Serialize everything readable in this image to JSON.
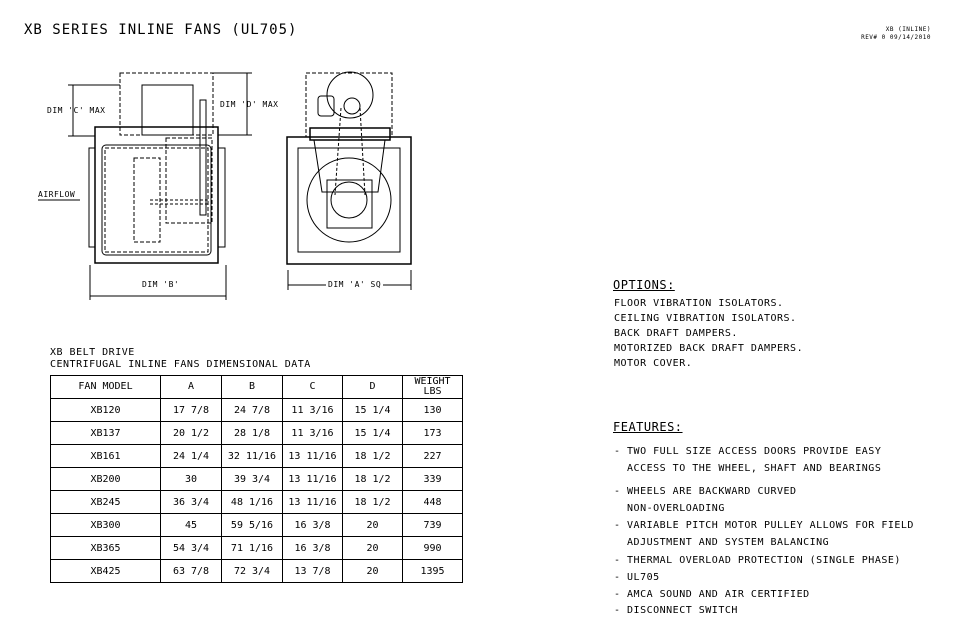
{
  "title": "XB SERIES INLINE FANS (UL705)",
  "rev": {
    "line1": "XB (INLINE)",
    "line2": "REV# 0 09/14/2010"
  },
  "drawing": {
    "dim_c": "DIM 'C' MAX",
    "dim_d": "DIM 'D' MAX",
    "airflow": "AIRFLOW",
    "dim_b": "DIM 'B'",
    "dim_a": "DIM 'A' SQ"
  },
  "table": {
    "title1": "XB BELT DRIVE",
    "title2": "CENTRIFUGAL INLINE FANS DIMENSIONAL DATA",
    "headers": [
      "FAN MODEL",
      "A",
      "B",
      "C",
      "D",
      "WEIGHT",
      "LBS"
    ],
    "rows": [
      [
        "XB120",
        "17 7/8",
        "24 7/8",
        "11 3/16",
        "15 1/4",
        "130"
      ],
      [
        "XB137",
        "20 1/2",
        "28 1/8",
        "11 3/16",
        "15 1/4",
        "173"
      ],
      [
        "XB161",
        "24 1/4",
        "32 11/16",
        "13 11/16",
        "18 1/2",
        "227"
      ],
      [
        "XB200",
        "30",
        "39 3/4",
        "13 11/16",
        "18 1/2",
        "339"
      ],
      [
        "XB245",
        "36 3/4",
        "48 1/16",
        "13 11/16",
        "18 1/2",
        "448"
      ],
      [
        "XB300",
        "45",
        "59 5/16",
        "16 3/8",
        "20",
        "739"
      ],
      [
        "XB365",
        "54 3/4",
        "71 1/16",
        "16 3/8",
        "20",
        "990"
      ],
      [
        "XB425",
        "63 7/8",
        "72 3/4",
        "13 7/8",
        "20",
        "1395"
      ]
    ]
  },
  "options": {
    "heading": "OPTIONS:",
    "items": [
      "FLOOR VIBRATION ISOLATORS.",
      "CEILING VIBRATION ISOLATORS.",
      "BACK DRAFT DAMPERS.",
      "MOTORIZED BACK DRAFT DAMPERS.",
      "MOTOR COVER."
    ]
  },
  "features": {
    "heading": "FEATURES:",
    "items": [
      "- TWO FULL SIZE ACCESS DOORS PROVIDE EASY",
      "  ACCESS TO THE WHEEL, SHAFT AND BEARINGS",
      "- WHEELS ARE BACKWARD CURVED",
      "  NON-OVERLOADING",
      "- VARIABLE PITCH MOTOR PULLEY ALLOWS FOR FIELD",
      "  ADJUSTMENT AND SYSTEM BALANCING",
      "- THERMAL OVERLOAD PROTECTION (SINGLE PHASE)",
      "- UL705",
      "- AMCA SOUND AND AIR CERTIFIED",
      "- DISCONNECT SWITCH"
    ]
  }
}
